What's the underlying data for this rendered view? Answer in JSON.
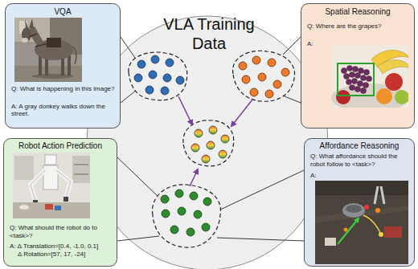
{
  "diagram": {
    "title": "VLA Training Data",
    "nodes": [
      {
        "text": [
          "VQA",
          "Q: What is happening in this image?",
          "A: A gray donkey walks down the street."
        ]
      },
      {
        "text": [
          "Spatial Reasoning",
          "Q: Where are the grapes?",
          "A:"
        ]
      },
      {
        "text": [
          "Robot Action Prediction",
          "Q: What should the robot do to <task>?",
          "A: Δ Translation=[0.4, -1.0, 0.1] Δ Rotation=[57, 17, -24]"
        ]
      },
      {
        "text": [
          "Affordance Reasoning",
          "Q: What affordance should the robot follow to <task>?",
          "A:"
        ]
      }
    ]
  }
}
